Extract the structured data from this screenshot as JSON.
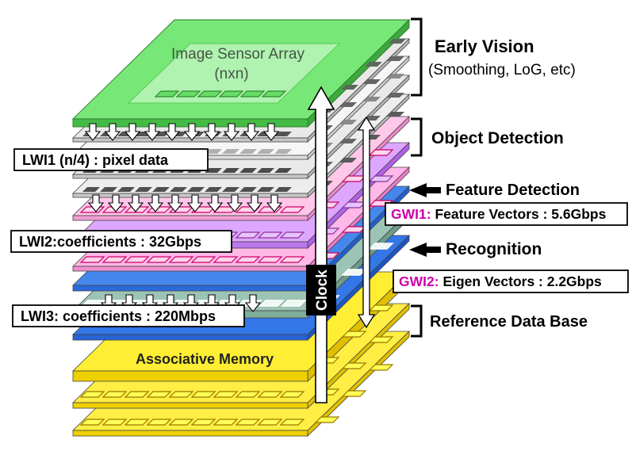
{
  "stack": {
    "sensor_line1": "Image Sensor Array",
    "sensor_line2": "(nxn)",
    "associative_memory": "Associative Memory",
    "clock_label": "Clock"
  },
  "lwi_labels": {
    "lwi1": "LWI1 (n/4) : pixel data",
    "lwi2": "LWI2:coefficients : 32Gbps",
    "lwi3": "LWI3: coefficients : 220Mbps"
  },
  "gwi_labels": {
    "gwi1_prefix": "GWI1:",
    "gwi1_text": " Feature Vectors : 5.6Gbps",
    "gwi2_prefix": "GWI2:",
    "gwi2_text": " Eigen Vectors : 2.2Gbps"
  },
  "annotations": {
    "early_vision": "Early Vision",
    "early_vision_sub": "(Smoothing, LoG, etc)",
    "object_detection": "Object Detection",
    "feature_detection": "Feature Detection",
    "recognition": "Recognition",
    "reference_data_base": "Reference Data Base"
  },
  "colors": {
    "sensor_green": "#77e877",
    "layer_gray": "#e9e9e9",
    "feature_pink": "#ffc0e6",
    "feature_violet": "#dda6ff",
    "recognition_blue": "#3377e8",
    "teal_layer": "#9cc4b4",
    "memory_yellow": "#ffee33",
    "gwi_magenta": "#cc00aa"
  }
}
